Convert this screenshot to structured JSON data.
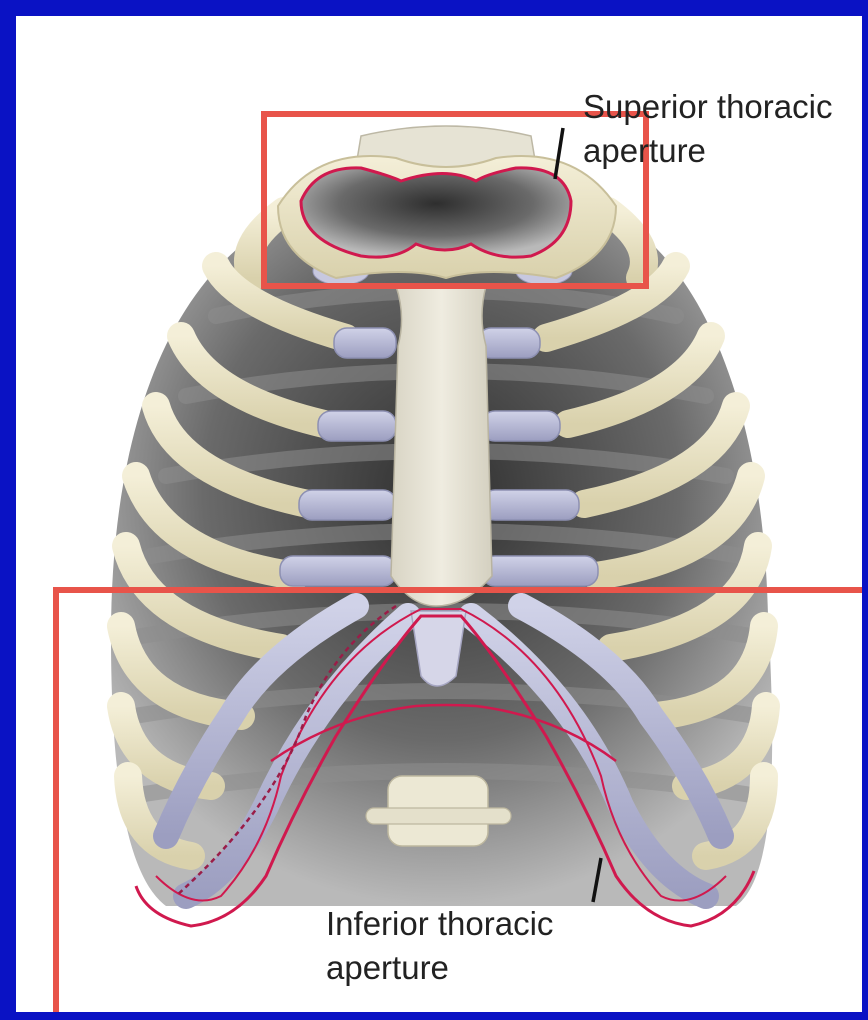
{
  "labels": {
    "superior": {
      "line1": "Superior thoracic",
      "line2": "aperture"
    },
    "inferior": {
      "line1": "Inferior thoracic",
      "line2": "aperture"
    }
  },
  "colors": {
    "frame_border": "#0a12c4",
    "highlight_box": "#e8544a",
    "aperture_outline": "#d0194e",
    "bone": "#ece6cc",
    "cartilage": "#b6b8d6",
    "shadow": "#4a4a4a"
  }
}
